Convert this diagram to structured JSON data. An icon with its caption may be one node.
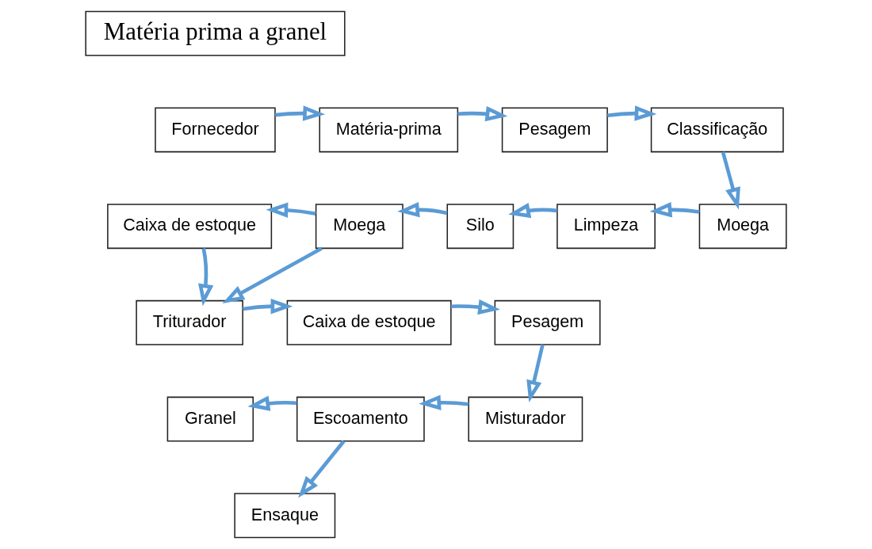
{
  "diagram": {
    "nodes": [
      {
        "text": [
          "Matéria prima a granel"
        ]
      },
      {
        "text": [
          "Fornecedor"
        ]
      },
      {
        "text": [
          "Matéria-prima"
        ]
      },
      {
        "text": [
          "Pesagem"
        ]
      },
      {
        "text": [
          "Classificação"
        ]
      },
      {
        "text": [
          "Caixa de estoque"
        ]
      },
      {
        "text": [
          "Moega"
        ]
      },
      {
        "text": [
          "Silo"
        ]
      },
      {
        "text": [
          "Limpeza"
        ]
      },
      {
        "text": [
          "Moega"
        ]
      },
      {
        "text": [
          "Triturador"
        ]
      },
      {
        "text": [
          "Caixa de estoque"
        ]
      },
      {
        "text": [
          "Pesagem"
        ]
      },
      {
        "text": [
          "Granel"
        ]
      },
      {
        "text": [
          "Escoamento"
        ]
      },
      {
        "text": [
          "Misturador"
        ]
      },
      {
        "text": [
          "Ensaque"
        ]
      }
    ],
    "edges": [
      {
        "from": 1,
        "to": 2,
        "arrow": "to"
      },
      {
        "from": 2,
        "to": 3,
        "arrow": "to"
      },
      {
        "from": 3,
        "to": 4,
        "arrow": "to"
      },
      {
        "from": 4,
        "to": 9,
        "arrow": "to"
      },
      {
        "from": 9,
        "to": 8,
        "arrow": "to"
      },
      {
        "from": 8,
        "to": 7,
        "arrow": "to"
      },
      {
        "from": 7,
        "to": 6,
        "arrow": "to"
      },
      {
        "from": 6,
        "to": 5,
        "arrow": "to"
      },
      {
        "from": 6,
        "to": 10,
        "arrow": "to"
      },
      {
        "from": 5,
        "to": 10,
        "arrow": "to"
      },
      {
        "from": 10,
        "to": 11,
        "arrow": "to"
      },
      {
        "from": 11,
        "to": 12,
        "arrow": "to"
      },
      {
        "from": 12,
        "to": 15,
        "arrow": "to"
      },
      {
        "from": 15,
        "to": 14,
        "arrow": "to"
      },
      {
        "from": 14,
        "to": 13,
        "arrow": "to"
      },
      {
        "from": 14,
        "to": 16,
        "arrow": "to"
      }
    ]
  }
}
